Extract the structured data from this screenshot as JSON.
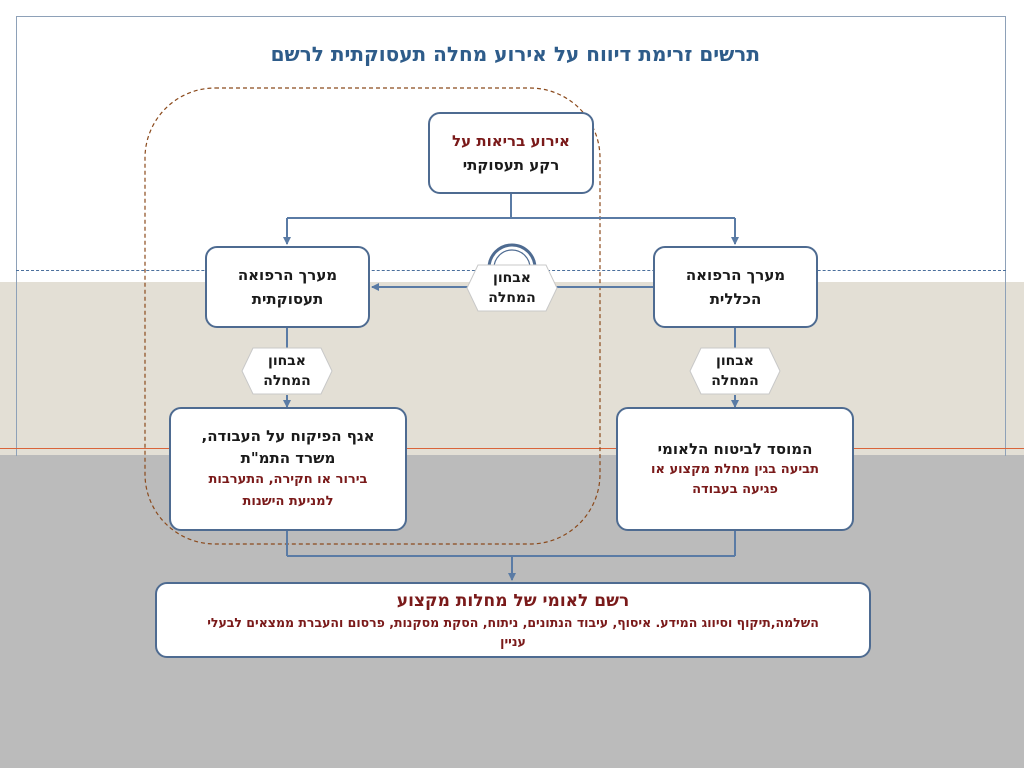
{
  "title": "תרשים זרימת דיווח על אירוע מחלה תעסוקתית לרשם",
  "top_box": {
    "line1": "אירוע בריאות על",
    "line2": "רקע תעסוקתי"
  },
  "left_top_box": {
    "line1": "מערך הרפואה",
    "line2": "תעסוקתית"
  },
  "right_top_box": {
    "line1": "מערך הרפואה",
    "line2": "הכללית"
  },
  "center_hex": {
    "line1": "אבחון",
    "line2": "המחלה"
  },
  "left_hex": {
    "line1": "אבחון",
    "line2": "המחלה"
  },
  "right_hex": {
    "line1": "אבחון",
    "line2": "המחלה"
  },
  "left_bottom_box": {
    "line1": "אגף הפיקוח על העבודה,",
    "line2": "משרד התמ\"ת",
    "sub1": "בירור או חקירה, התערבות",
    "sub2": "למניעת הישנות"
  },
  "right_bottom_box": {
    "line1": "המוסד לביטוח הלאומי",
    "sub1": "תביעה בגין מחלת מקצוע או",
    "sub2": "פגיעה בעבודה"
  },
  "registry_box": {
    "title": "רשם לאומי של מחלות מקצוע",
    "sub1": "השלמה,תיקוף וסיווג המידע. איסוף, עיבוד הנתונים, ניתוח, הסקת מסקנות, פרסום והעברת ממצאים לבעלי",
    "sub2": "עניין"
  },
  "colors": {
    "box_border": "#4e6b91",
    "title": "#2e5c8a",
    "accent_red": "#7a1a1a",
    "dashed_outline": "#8b4a1c"
  }
}
